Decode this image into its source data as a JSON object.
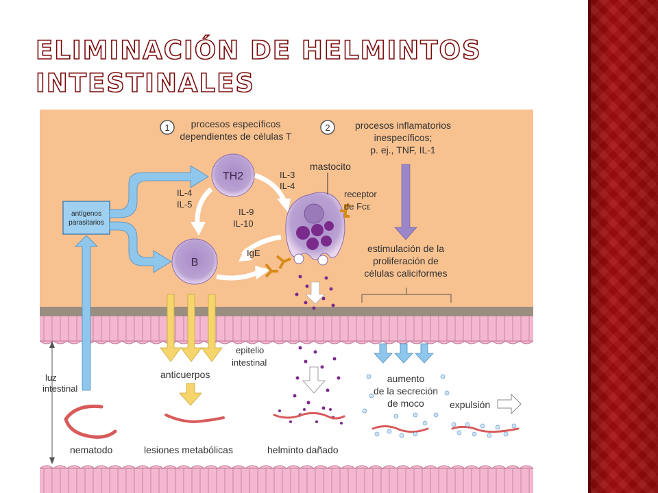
{
  "slide": {
    "title": "Eliminación de helmintos intestinales"
  },
  "diagram": {
    "step1_number": "1",
    "step1_line1": "procesos específicos",
    "step1_line2": "dependientes de células T",
    "step2_number": "2",
    "step2_line1": "procesos inflamatorios",
    "step2_line2": "inespecíficos;",
    "step2_line3": "p. ej., TNF, IL-1",
    "th2_label": "TH2",
    "b_label": "B",
    "antigens_line1": "antígenos",
    "antigens_line2": "parasitarios",
    "il4": "IL-4",
    "il5": "IL-5",
    "il3": "IL-3",
    "il4b": "IL-4",
    "il9": "IL-9",
    "il10": "IL-10",
    "ige": "IgE",
    "mastocito": "mastocito",
    "receptor_line1": "receptor",
    "receptor_line2": "de Fcε",
    "stim_line1": "estimulación de la",
    "stim_line2": "proliferación de",
    "stim_line3": "células caliciformes",
    "epitelio_line1": "epitelio",
    "epitelio_line2": "intestinal",
    "luz_line1": "luz",
    "luz_line2": "intestinal",
    "anticuerpos": "anticuerpos",
    "aumento_line1": "aumento",
    "aumento_line2": "de la secreción",
    "aumento_line3": "de moco",
    "expulsion": "expulsión",
    "nematodo": "nematodo",
    "lesiones": "lesiones metabólicas",
    "helminto": "helminto dañado"
  },
  "colors": {
    "tissue": "#f7c190",
    "epithelium": "#f3b8cf",
    "membrane": "#9a8e80",
    "lumen": "#ffffff",
    "cell": "#b7a0cf",
    "cell_edge": "#8a6aa8",
    "granule": "#7a2a8a",
    "arrow_blue": "#8ec6ec",
    "arrow_yellow": "#f5d56c",
    "arrow_purple": "#9a86c8",
    "receptor": "#d88a1a",
    "worm": "#d85a5a",
    "mucus": "#a8c8ee",
    "side_band": "#9b0b0b"
  }
}
